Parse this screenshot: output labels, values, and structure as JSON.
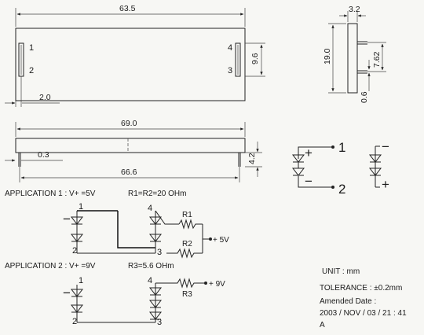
{
  "drawing": {
    "top_view": {
      "length": "63.5",
      "pin_spacing": "9.6",
      "edge_offset": "2.0",
      "pins": {
        "p1": "1",
        "p2": "2",
        "p3": "3",
        "p4": "4"
      }
    },
    "side_view": {
      "width": "3.2",
      "height": "19.0",
      "pin_pitch": "7.62",
      "lead_thickness": "0.6"
    },
    "front_view": {
      "overall_length": "69.0",
      "lead_offset": "0.3",
      "lead_span": "66.6",
      "height": "4.2"
    },
    "polarity": {
      "plus": "+",
      "minus": "−",
      "pin1": "1",
      "pin2": "2"
    },
    "application1": {
      "title": "APPLICATION 1 : V+ =5V",
      "resistors": "R1=R2=20 OHm",
      "r1": "R1",
      "r2": "R2",
      "supply": "+ 5V",
      "minus": "−",
      "pins": {
        "p1": "1",
        "p2": "2",
        "p3": "3",
        "p4": "4"
      }
    },
    "application2": {
      "title": "APPLICATION 2 : V+ =9V",
      "resistors": "R3=5.6 OHm",
      "r3": "R3",
      "supply": "+ 9V",
      "minus": "−",
      "pins": {
        "p1": "1",
        "p2": "2",
        "p3": "3",
        "p4": "4"
      }
    },
    "notes": {
      "unit": "UNIT : mm",
      "tolerance": "TOLERANCE : ±0.2mm",
      "amended_label": "Amended Date :",
      "amended_value": "2003 / NOV / 03 / 21 : 41",
      "revision": "A"
    }
  }
}
